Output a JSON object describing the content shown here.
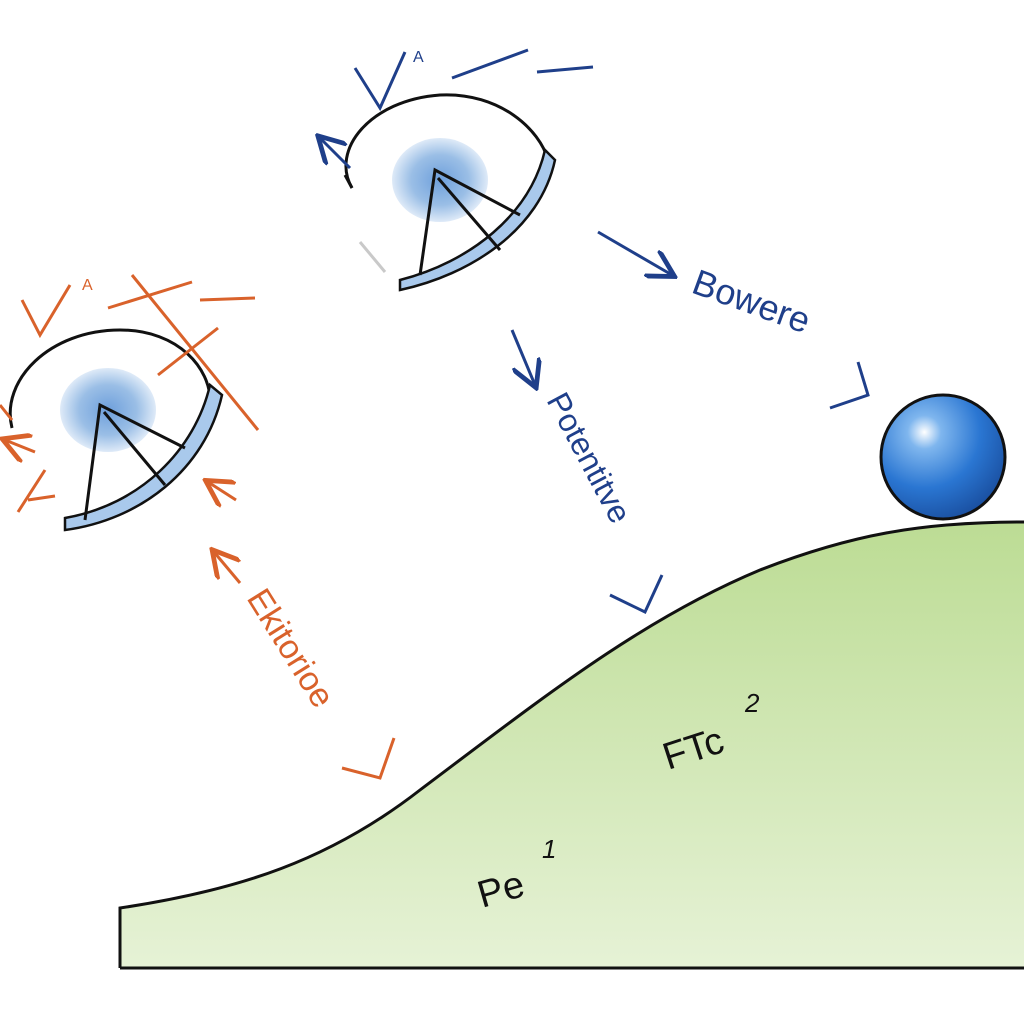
{
  "labels": {
    "bowere": "Bowere",
    "potential": "Potentitve",
    "kinetic": "Ekitorioe",
    "ftc": "FTc",
    "ftc_exp": "2",
    "pe": "Pe",
    "pe_exp": "1",
    "mark_a_top": "A",
    "mark_a_left": "A"
  },
  "colors": {
    "hill_fill": "#c4e0a0",
    "ball": "#2e7fd6",
    "navy": "#1f3f8a",
    "orange": "#d9622b",
    "ink": "#1a1a1a",
    "dish_blue": "#8fb7e3"
  },
  "icons": [
    "dish-icon",
    "ball-icon",
    "arrow-icon"
  ]
}
